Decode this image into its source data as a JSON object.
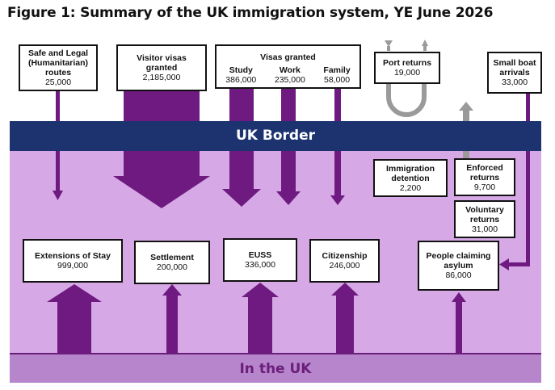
{
  "title": "Figure 1: Summary of the UK immigration system, YE June 2026",
  "bands": {
    "border": "UK Border",
    "inside": "In the UK"
  },
  "entry_boxes": {
    "safe_legal": {
      "label": "Safe and Legal (Humanitarian) routes",
      "value": "25,000"
    },
    "visitor": {
      "label": "Visitor visas granted",
      "value": "2,185,000"
    },
    "visas": {
      "label": "Visas granted",
      "study": {
        "label": "Study",
        "value": "386,000"
      },
      "work": {
        "label": "Work",
        "value": "235,000"
      },
      "family": {
        "label": "Family",
        "value": "58,000"
      }
    },
    "port_returns": {
      "label": "Port returns",
      "value": "19,000"
    },
    "small_boat": {
      "label": "Small boat arrivals",
      "value": "33,000"
    }
  },
  "enforcement_boxes": {
    "detention": {
      "label": "Immigration detention",
      "value": "2,200"
    },
    "enforced": {
      "label": "Enforced returns",
      "value": "9,700"
    },
    "voluntary": {
      "label": "Voluntary returns",
      "value": "31,000"
    }
  },
  "in_uk_boxes": {
    "extensions": {
      "label": "Extensions of Stay",
      "value": "999,000"
    },
    "settlement": {
      "label": "Settlement",
      "value": "200,000"
    },
    "euss": {
      "label": "EUSS",
      "value": "336,000"
    },
    "citizenship": {
      "label": "Citizenship",
      "value": "246,000"
    },
    "asylum": {
      "label": "People claiming asylum",
      "value": "86,000"
    }
  },
  "colors": {
    "border_band": "#1c3370",
    "inside_bg": "#d6a9e6",
    "inside_band": "#b685cc",
    "arrow_purple": "#6e1a80",
    "arrow_grey": "#9a9a9a"
  }
}
